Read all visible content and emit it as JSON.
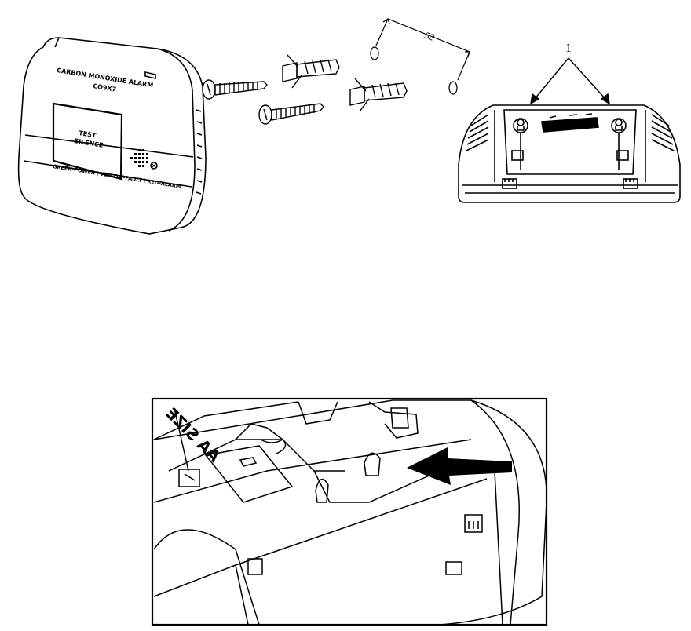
{
  "alarm": {
    "title_line1": "CARBON MONOXIDE ALARM",
    "model": "CO9X7",
    "button_line1": "TEST",
    "button_line2": "SILENCE",
    "status_strip": "GREEN-POWER | YELLOW-FAULT | RED-ALARM"
  },
  "mount": {
    "callout_number": "1",
    "dimension_label": "52"
  },
  "battery": {
    "size_label": "AA SIZE"
  },
  "colors": {
    "line": "#000000",
    "background": "#ffffff"
  }
}
